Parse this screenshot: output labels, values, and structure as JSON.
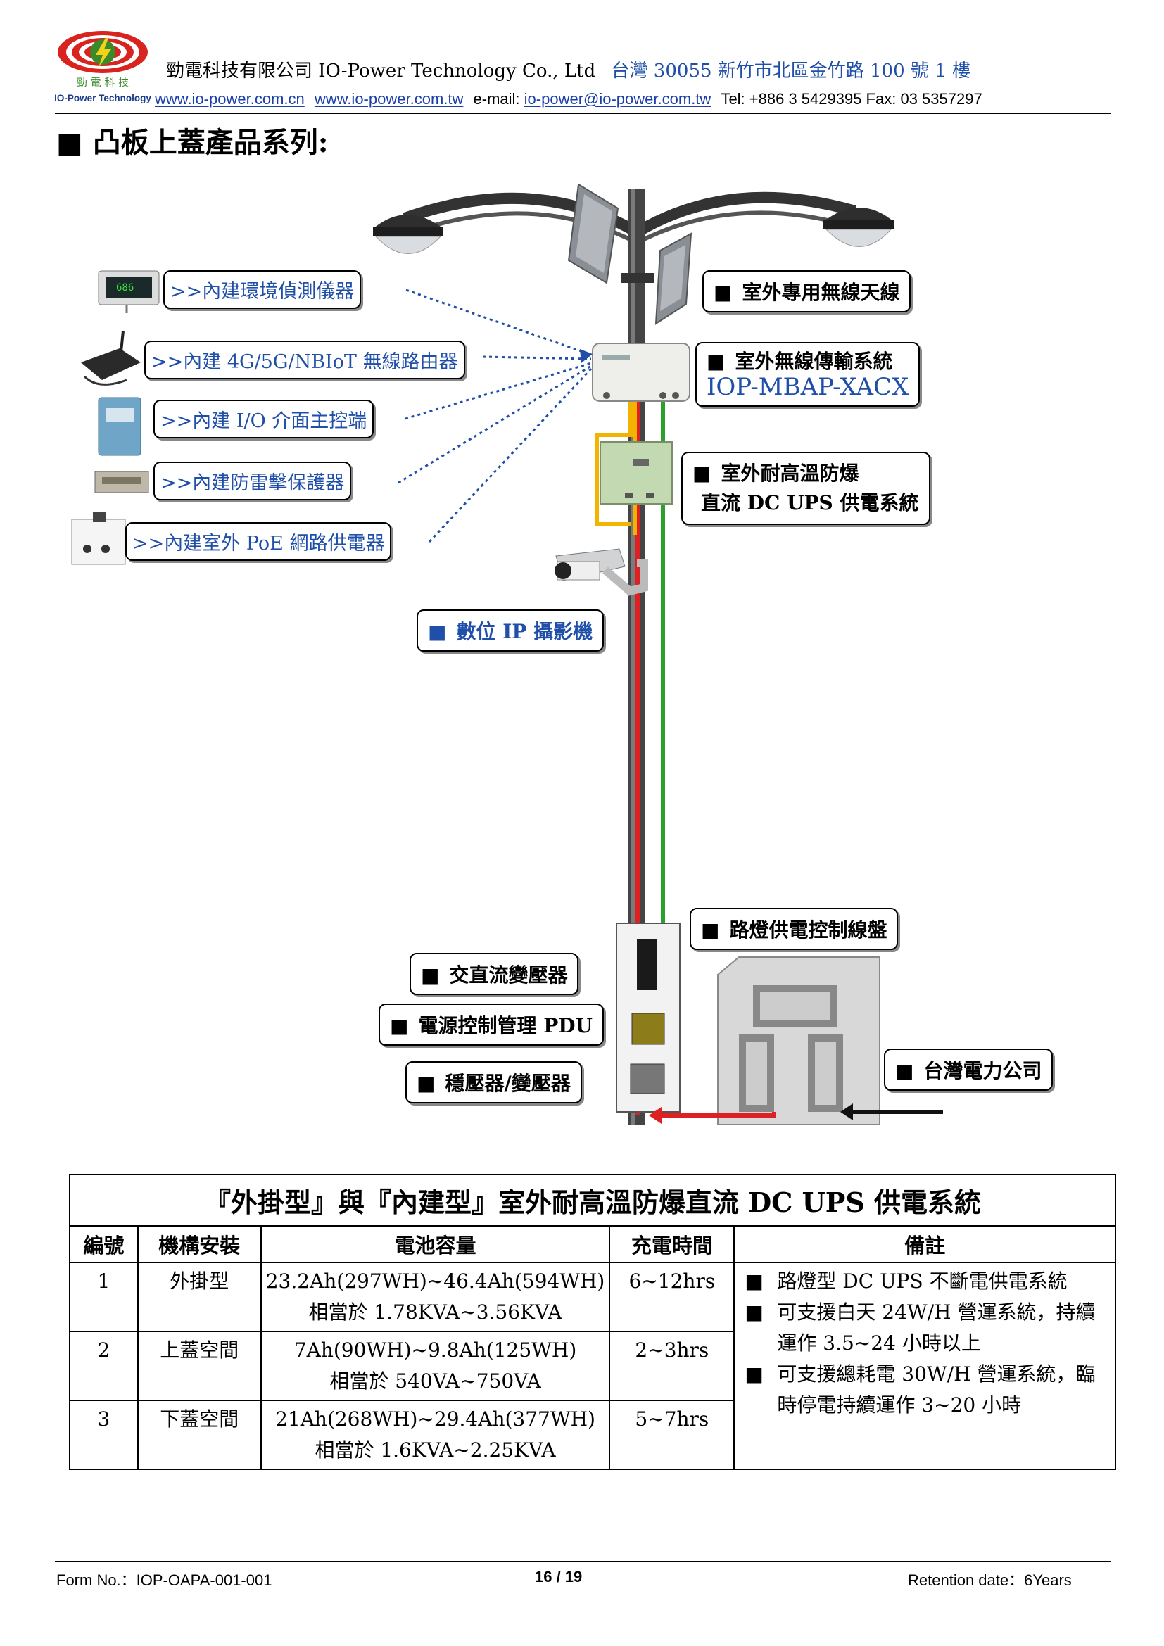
{
  "header": {
    "logo_text_cn": "勁 電 科 技",
    "logo_text_en": "IO-Power Technology",
    "company_name": "勁電科技有限公司 IO-Power Technology Co., Ltd",
    "address": "台灣 30055 新竹市北區金竹路 100 號 1 樓",
    "website_cn": "www.io-power.com.cn",
    "website_tw": "www.io-power.com.tw",
    "email_label": "e-mail:",
    "email": "io-power@io-power.com.tw",
    "phone_fax": "Tel: +886 3 5429395 Fax: 03 5357297"
  },
  "section_title": "凸板上蓋產品系列:",
  "diagram": {
    "left_callouts": [
      ">>內建環境偵測儀器",
      ">>內建 4G/5G/NBIoT 無線路由器",
      ">>內建 I/O 介面主控端",
      ">>內建防雷擊保護器",
      ">>內建室外 PoE 網路供電器"
    ],
    "antenna_label": "室外專用無線天線",
    "transmission_label": "室外無線傳輸系統",
    "transmission_model": "IOP-MBAP-XACX",
    "ups_label_line1": "室外耐高溫防爆",
    "ups_label_line2": "直流 DC UPS 供電系統",
    "camera_label": "數位 IP 攝影機",
    "streetlight_panel_label": "路燈供電控制線盤",
    "acdc_label": "交直流變壓器",
    "pdu_label": "電源控制管理 PDU",
    "regulator_label": "穩壓器/變壓器",
    "power_company_label": "台灣電力公司",
    "meter_display": "686"
  },
  "colors": {
    "callout_blue": "#1f4fa8",
    "wire_red": "#e02020",
    "wire_green": "#2ca02c",
    "wire_yellow": "#f2b400"
  },
  "table": {
    "title": "『外掛型』與『內建型』室外耐高溫防爆直流 DC UPS 供電系統",
    "headers": [
      "編號",
      "機構安裝",
      "電池容量",
      "充電時間",
      "備註"
    ],
    "rows": [
      {
        "no": "1",
        "mount": "外掛型",
        "capacity_line1": "23.2Ah(297WH)~46.4Ah(594WH)",
        "capacity_line2": "相當於 1.78KVA~3.56KVA",
        "charge": "6~12hrs"
      },
      {
        "no": "2",
        "mount": "上蓋空間",
        "capacity_line1": "7Ah(90WH)~9.8Ah(125WH)",
        "capacity_line2": "相當於 540VA~750VA",
        "charge": "2~3hrs"
      },
      {
        "no": "3",
        "mount": "下蓋空間",
        "capacity_line1": "21Ah(268WH)~29.4Ah(377WH)",
        "capacity_line2": "相當於 1.6KVA~2.25KVA",
        "charge": "5~7hrs"
      }
    ],
    "notes": [
      "路燈型 DC UPS 不斷電供電系統",
      "可支援白天 24W/H 營運系統，持續運作 3.5~24 小時以上",
      "可支援總耗電 30W/H 營運系統，臨時停電持續運作 3~20 小時"
    ]
  },
  "footer": {
    "form_no": "Form No.：IOP-OAPA-001-001",
    "page": "16 / 19",
    "retention": "Retention date：6Years"
  }
}
